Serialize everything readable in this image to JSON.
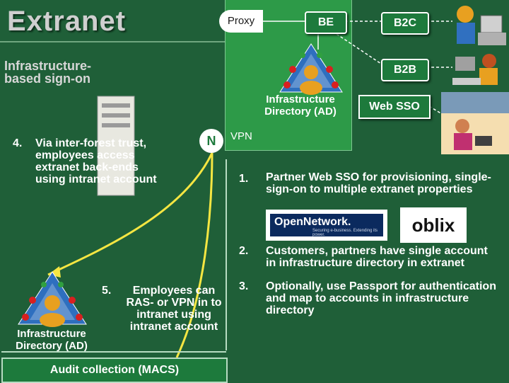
{
  "title": "Extranet",
  "header": {
    "proxy_label": "Proxy",
    "be_label": "BE",
    "b2c_label": "B2C",
    "b2b_label": "B2B",
    "infra_directory_label": "Infrastructure Directory (AD)",
    "web_sso_label": "Web SSO"
  },
  "left": {
    "infrastructure_sign_on": "Infrastructure-based sign-on",
    "step4_number": "4.",
    "step4_text": "Via inter-forest trust, employees access extranet back-ends using intranet account",
    "step5_number": "5.",
    "step5_text": "Employees can RAS- or VPN in to intranet using intranet account",
    "bottom_directory_label": "Infrastructure Directory (AD)",
    "audit_label": "Audit collection (MACS)"
  },
  "connector": {
    "n_label": "N",
    "vpn_label": "VPN"
  },
  "right": {
    "items": [
      {
        "number": "1.",
        "text": "Partner Web SSO for provisioning, single-sign-on to multiple extranet properties"
      },
      {
        "number": "2.",
        "text": "Customers, partners have single account in infrastructure directory in extranet"
      },
      {
        "number": "3.",
        "text": "Optionally, use Passport for authentication and map to accounts in infrastructure directory"
      }
    ],
    "logo_opennetwork": "OpenNetwork.",
    "logo_opennetwork_tagline": "Securing e-business. Extending its power.",
    "logo_oblix": "oblix"
  },
  "colors": {
    "background": "#1f5f38",
    "panel_green": "#2d9a48",
    "node_green": "#1d7a3c",
    "arrow_yellow": "#f5e642",
    "text_white": "#ffffff"
  }
}
